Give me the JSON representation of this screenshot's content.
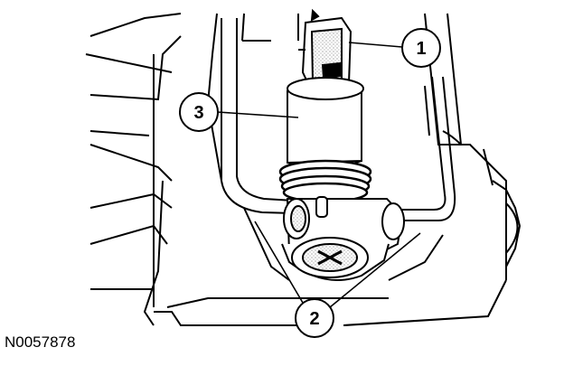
{
  "figure": {
    "id": "N0057878"
  },
  "callouts": [
    {
      "number": "1"
    },
    {
      "number": "2"
    },
    {
      "number": "3"
    }
  ]
}
